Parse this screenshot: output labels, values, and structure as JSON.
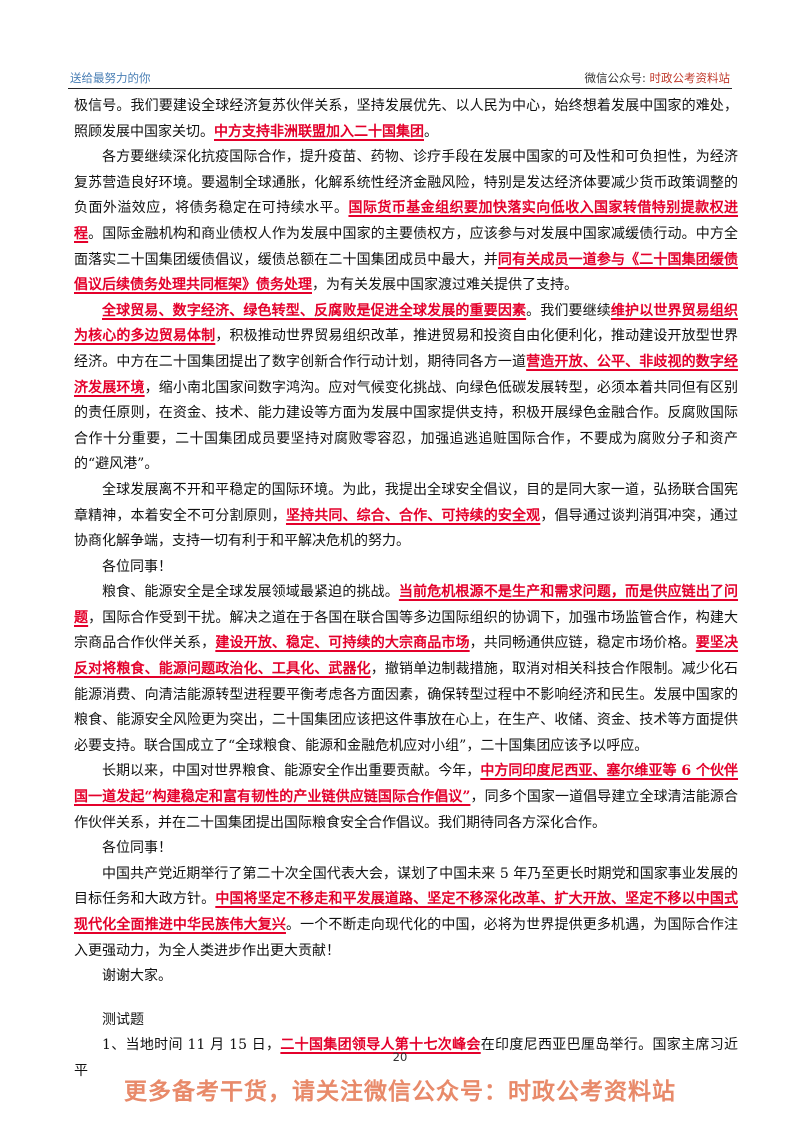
{
  "header": {
    "left": "送给最努力的你",
    "right_prefix": "微信公众号: ",
    "right_accent": "时政公考资料站"
  },
  "paragraphs": [
    {
      "indent": false,
      "parts": [
        {
          "t": "极信号。我们要建设全球经济复苏伙伴关系，坚持发展优先、以人民为中心，始终想着发展中国家的难处，照顾发展中国家关切。"
        },
        {
          "t": "中方支持非洲联盟加入二十国集团",
          "hl": true
        },
        {
          "t": "。"
        }
      ]
    },
    {
      "indent": true,
      "parts": [
        {
          "t": "各方要继续深化抗疫国际合作，提升疫苗、药物、诊疗手段在发展中国家的可及性和可负担性，为经济复苏营造良好环境。要遏制全球通胀，化解系统性经济金融风险，特别是发达经济体要减少货币政策调整的负面外溢效应，将债务稳定在可持续水平。"
        },
        {
          "t": "国际货币基金组织要加快落实向低收入国家转借特别提款权进程",
          "hl": true
        },
        {
          "t": "。国际金融机构和商业债权人作为发展中国家的主要债权方，应该参与对发展中国家减缓债行动。中方全面落实二十国集团缓债倡议，缓债总额在二十国集团成员中最大，并"
        },
        {
          "t": "同有关成员一道参与《二十国集团缓债倡议后续债务处理共同框架》债务处理",
          "hl": true
        },
        {
          "t": "，为有关发展中国家渡过难关提供了支持。"
        }
      ]
    },
    {
      "indent": true,
      "parts": [
        {
          "t": "全球贸易、数字经济、绿色转型、反腐败是促进全球发展的重要因素",
          "hl": true
        },
        {
          "t": "。我们要继续"
        },
        {
          "t": "维护以世界贸易组织为核心的多边贸易体制",
          "hl": true
        },
        {
          "t": "，积极推动世界贸易组织改革，推进贸易和投资自由化便利化，推动建设开放型世界经济。中方在二十国集团提出了数字创新合作行动计划，期待同各方一道"
        },
        {
          "t": "营造开放、公平、非歧视的数字经济发展环境",
          "hl": true
        },
        {
          "t": "，缩小南北国家间数字鸿沟。应对气候变化挑战、向绿色低碳发展转型，必须本着共同但有区别的责任原则，在资金、技术、能力建设等方面为发展中国家提供支持，积极开展绿色金融合作。反腐败国际合作十分重要，二十国集团成员要坚持对腐败零容忍，加强追逃追赃国际合作，不要成为腐败分子和资产的“避风港”。"
        }
      ]
    },
    {
      "indent": true,
      "parts": [
        {
          "t": "全球发展离不开和平稳定的国际环境。为此，我提出全球安全倡议，目的是同大家一道，弘扬联合国宪章精神，本着安全不可分割原则，"
        },
        {
          "t": "坚持共同、综合、合作、可持续的安全观",
          "hl": true
        },
        {
          "t": "，倡导通过谈判消弭冲突，通过协商化解争端，支持一切有利于和平解决危机的努力。"
        }
      ]
    },
    {
      "indent": true,
      "parts": [
        {
          "t": "各位同事！"
        }
      ]
    },
    {
      "indent": true,
      "parts": [
        {
          "t": "粮食、能源安全是全球发展领域最紧迫的挑战。"
        },
        {
          "t": "当前危机根源不是生产和需求问题，而是供应链出了问题",
          "hl": true
        },
        {
          "t": "，国际合作受到干扰。解决之道在于各国在联合国等多边国际组织的协调下，加强市场监管合作，构建大宗商品合作伙伴关系，"
        },
        {
          "t": "建设开放、稳定、可持续的大宗商品市场",
          "hl": true
        },
        {
          "t": "，共同畅通供应链，稳定市场价格。"
        },
        {
          "t": "要坚决反对将粮食、能源问题政治化、工具化、武器化",
          "hl": true
        },
        {
          "t": "，撤销单边制裁措施，取消对相关科技合作限制。减少化石能源消费、向清洁能源转型进程要平衡考虑各方面因素，确保转型过程中不影响经济和民生。发展中国家的粮食、能源安全风险更为突出，二十国集团应该把这件事放在心上，在生产、收储、资金、技术等方面提供必要支持。联合国成立了“全球粮食、能源和金融危机应对小组”，二十国集团应该予以呼应。"
        }
      ]
    },
    {
      "indent": true,
      "parts": [
        {
          "t": "长期以来，中国对世界粮食、能源安全作出重要贡献。今年，"
        },
        {
          "t": "中方同印度尼西亚、塞尔维亚等 6 个伙伴国一道发起“构建稳定和富有韧性的产业链供应链国际合作倡议”",
          "hl": true
        },
        {
          "t": "，同多个国家一道倡导建立全球清洁能源合作伙伴关系，并在二十国集团提出国际粮食安全合作倡议。我们期待同各方深化合作。"
        }
      ]
    },
    {
      "indent": true,
      "parts": [
        {
          "t": "各位同事！"
        }
      ]
    },
    {
      "indent": true,
      "parts": [
        {
          "t": "中国共产党近期举行了第二十次全国代表大会，谋划了中国未来 5 年乃至更长时期党和国家事业发展的目标任务和大政方针。"
        },
        {
          "t": "中国将坚定不移走和平发展道路、坚定不移深化改革、扩大开放、坚定不移以中国式现代化全面推进中华民族伟大复兴",
          "hl": true
        },
        {
          "t": "。一个不断走向现代化的中国，必将为世界提供更多机遇，为国际合作注入更强动力，为全人类进步作出更大贡献！"
        }
      ]
    },
    {
      "indent": true,
      "parts": [
        {
          "t": "谢谢大家。"
        }
      ]
    },
    {
      "indent": true,
      "gap": true,
      "parts": [
        {
          "t": "测试题"
        }
      ]
    },
    {
      "indent": true,
      "parts": [
        {
          "t": "1、当地时间 11 月 15 日，"
        },
        {
          "t": "二十国集团领导人第十七次峰会",
          "hl": true
        },
        {
          "t": "在印度尼西亚巴厘岛举行。国家主席习近平"
        }
      ]
    }
  ],
  "page_number": "20",
  "footer": "更多备考干货，请关注微信公众号：时政公考资料站",
  "colors": {
    "highlight": "#e4002b",
    "header_left": "#4a7fb5",
    "footer": "#e88a6a"
  }
}
